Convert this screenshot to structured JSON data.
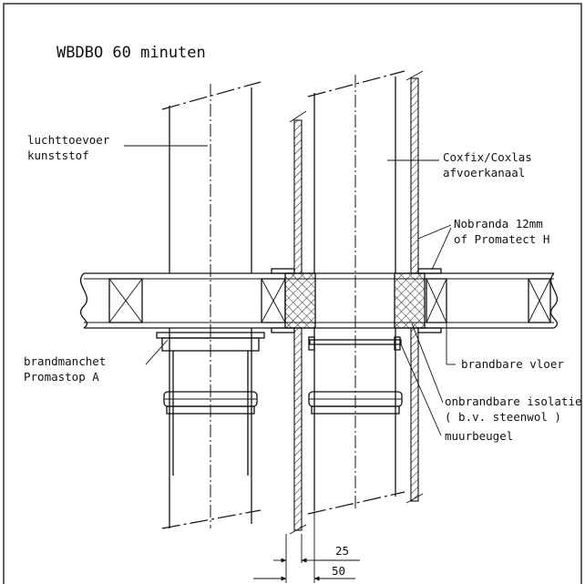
{
  "title": "WBDBO 60 minuten",
  "labels": {
    "air_supply": [
      "luchttoevoer",
      "kunststof"
    ],
    "exhaust_duct": [
      "Coxfix/Coxlas",
      "afvoerkanaal"
    ],
    "shaft_board": [
      "Nobranda 12mm",
      "of Promatect H"
    ],
    "fire_collar": [
      "brandmanchet",
      "Promastop A"
    ],
    "floor": "brandbare vloer",
    "insulation": [
      "onbrandbare isolatie",
      "( b.v. steenwol )"
    ],
    "wall_bracket": "muurbeugel"
  },
  "dimensions": {
    "d1": "25",
    "d2": "50"
  },
  "colors": {
    "line": "#111111",
    "background": "#ffffff"
  }
}
